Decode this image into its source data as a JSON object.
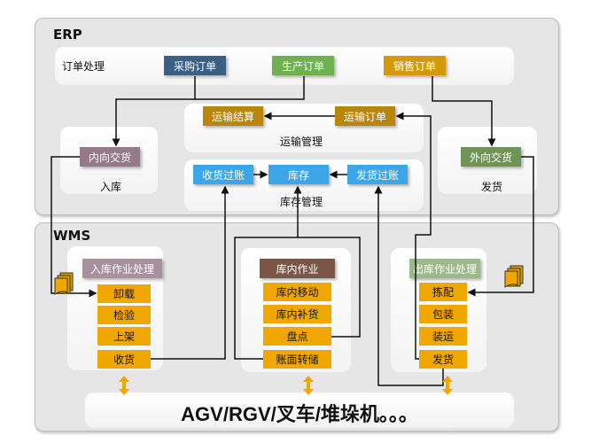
{
  "erp": {
    "title": "ERP",
    "order_processing": {
      "label": "订单处理",
      "purchase_order": "采购订单",
      "production_order": "生产订单",
      "sales_order": "销售订单"
    },
    "transport": {
      "label": "运输管理",
      "settlement": "运输结算",
      "order": "运输订单"
    },
    "inventory": {
      "label": "库存管理",
      "receipt_posting": "收货过账",
      "stock": "库存",
      "issue_posting": "发货过账"
    },
    "inbound": {
      "label": "入库",
      "delivery": "内向交货"
    },
    "outbound": {
      "label": "发货",
      "delivery": "外向交货"
    }
  },
  "wms": {
    "title": "WMS",
    "inbound_ops": {
      "title": "入库作业处理",
      "steps": [
        "卸载",
        "检验",
        "上架",
        "收货"
      ]
    },
    "internal_ops": {
      "title": "库内作业",
      "steps": [
        "库内移动",
        "库内补货",
        "盘点",
        "账面转储"
      ]
    },
    "outbound_ops": {
      "title": "出库作业处理",
      "steps": [
        "拣配",
        "包装",
        "装运",
        "发货"
      ]
    },
    "equipment": "AGV/RGV/叉车/堆垛机。。。"
  },
  "colors": {
    "purchase": "#3b5f85",
    "production": "#6fb051",
    "sales": "#d49a0c",
    "transport": "#b8860b",
    "inventory": "#3ca6e8",
    "inbound_delivery": "#957a8a",
    "outbound_delivery": "#6f9456",
    "inbound_ops_header": "#a8909e",
    "internal_ops_header": "#7b5647",
    "outbound_ops_header": "#9cb98a",
    "step": "#f0a700"
  }
}
